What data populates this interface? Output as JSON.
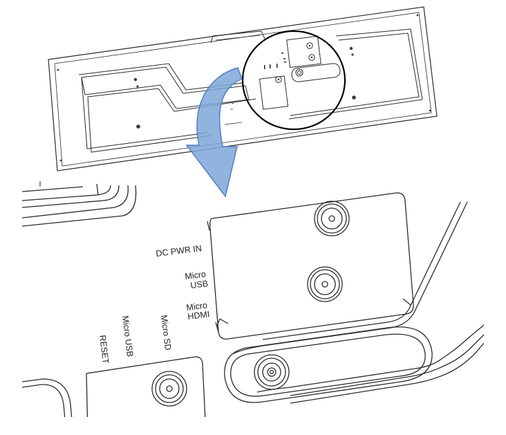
{
  "diagram": {
    "ports_right": [
      {
        "id": "dc-pwr-in",
        "line1": "DC  PWR  IN",
        "line2": ""
      },
      {
        "id": "micro-usb",
        "line1": "Micro",
        "line2": "USB"
      },
      {
        "id": "micro-hdmi",
        "line1": "Micro",
        "line2": "HDMI"
      }
    ],
    "ports_left": [
      {
        "id": "reset",
        "line1": "RESET",
        "line2": ""
      },
      {
        "id": "micro-usb",
        "line1": "Micro  USB",
        "line2": ""
      },
      {
        "id": "micro-sd",
        "line1": "Micro  SD",
        "line2": ""
      }
    ],
    "colors": {
      "line": "#2a2a2a",
      "arrow_fill": "#7ea7d9",
      "arrow_stroke": "#4f7fbf",
      "screw": "#3a3a3a"
    }
  }
}
